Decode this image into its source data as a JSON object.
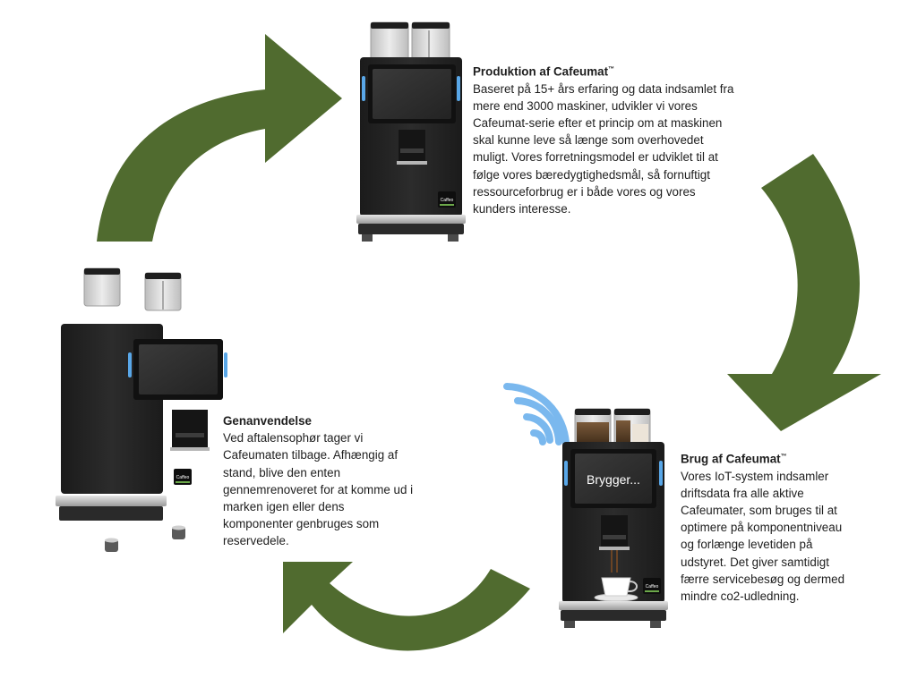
{
  "production": {
    "title": "Produktion af Cafeumat",
    "trademark": "™",
    "lines": [
      "Baseret på 15+ års erfaring og data indsamlet fra",
      "mere end 3000 maskiner, udvikler vi vores",
      "Cafeumat-serie efter et princip om at maskinen",
      "skal kunne leve så længe som overhovedet",
      "muligt. Vores forretningsmodel er udviklet til at",
      "følge vores bæredygtighedsmål, så fornuftigt",
      "ressourceforbrug er i både vores og vores",
      "kunders interesse."
    ]
  },
  "usage": {
    "title": "Brug af Cafeumat",
    "trademark": "™",
    "screen_text": "Brygger...",
    "lines": [
      "Vores IoT-system indsamler",
      "driftsdata fra alle aktive",
      "Cafeumater, som bruges til at",
      "optimere på komponentniveau",
      "og forlænge levetiden på",
      "udstyret. Det giver samtidigt",
      "færre servicebesøg og dermed",
      "mindre co2-udledning."
    ]
  },
  "recycle": {
    "title": "Genanvendelse",
    "lines": [
      "Ved aftalensophør tager vi",
      "Cafeumaten tilbage. Afhængig af",
      "stand, blive den enten",
      "gennemrenoveret for at komme ud i",
      "marken igen eller dens",
      "komponenter genbruges som",
      "reservedele."
    ]
  },
  "badge_text": "Caffeo",
  "colors": {
    "arrow": "#506b2f",
    "machine_body": "#222222",
    "screen": "#2b2b2b",
    "accent_blue": "#59a7e8",
    "wifi": "#7ab8ee",
    "hopper_grey": "#d9d9d9"
  }
}
